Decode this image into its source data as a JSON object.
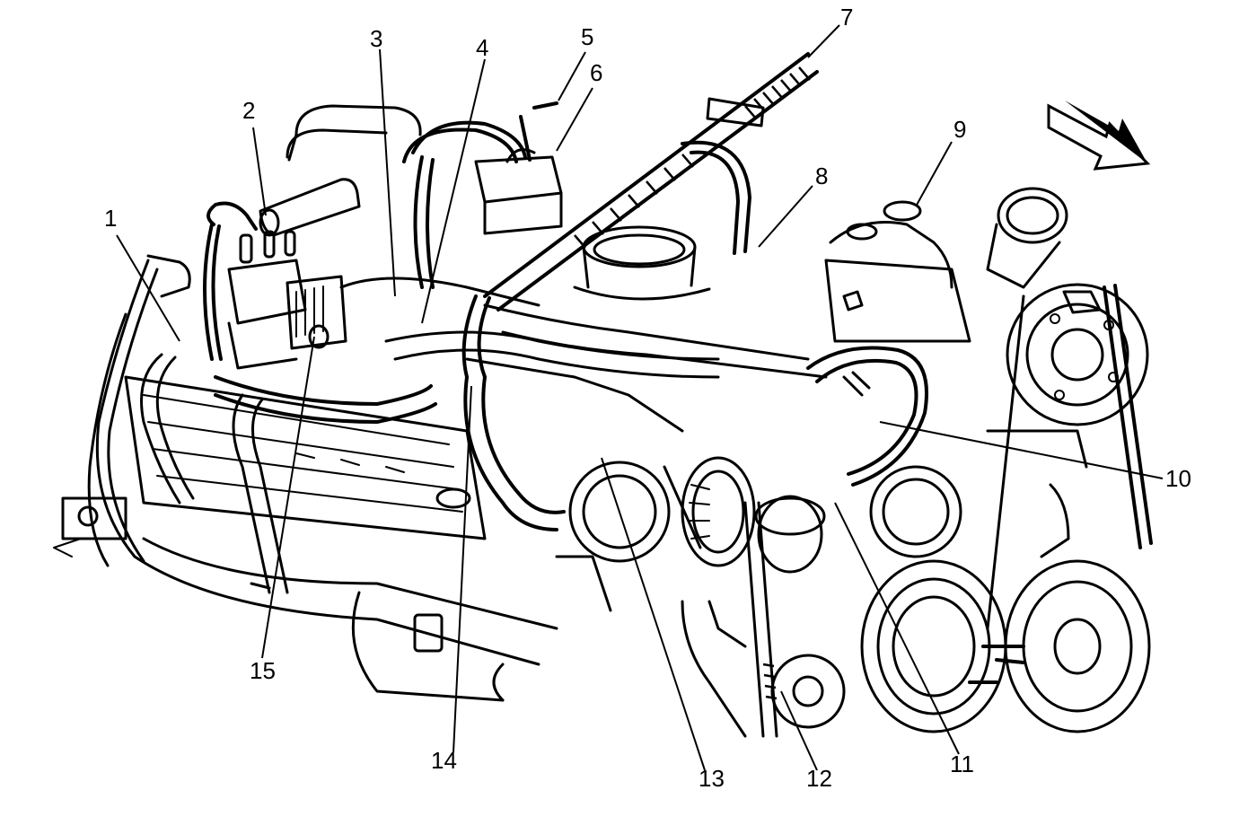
{
  "callouts": [
    {
      "id": "1",
      "label": "1"
    },
    {
      "id": "2",
      "label": "2"
    },
    {
      "id": "3",
      "label": "3"
    },
    {
      "id": "4",
      "label": "4"
    },
    {
      "id": "5",
      "label": "5"
    },
    {
      "id": "6",
      "label": "6"
    },
    {
      "id": "7",
      "label": "7"
    },
    {
      "id": "8",
      "label": "8"
    },
    {
      "id": "9",
      "label": "9"
    },
    {
      "id": "10",
      "label": "10"
    },
    {
      "id": "11",
      "label": "11"
    },
    {
      "id": "12",
      "label": "12"
    },
    {
      "id": "13",
      "label": "13"
    },
    {
      "id": "14",
      "label": "14"
    },
    {
      "id": "15",
      "label": "15"
    }
  ],
  "icons": {
    "direction_arrow": "front-direction-arrow-icon"
  },
  "colors": {
    "ink": "#000000",
    "background": "#ffffff"
  }
}
